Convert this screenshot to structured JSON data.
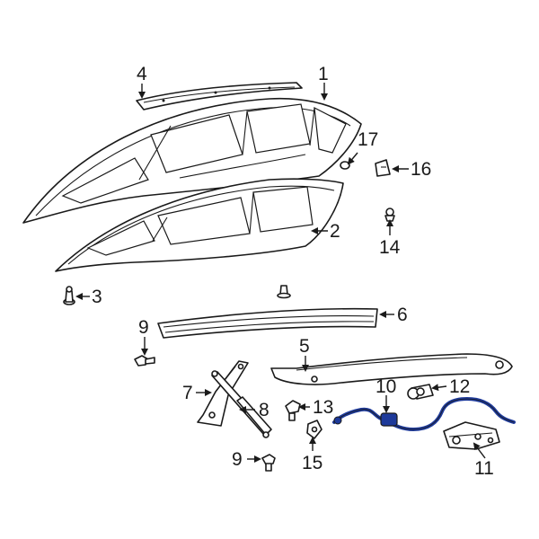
{
  "colors": {
    "line": "#1a1a1a",
    "highlight_cable": "#1e3a9a",
    "background": "#ffffff"
  },
  "callouts": [
    {
      "id": "1",
      "label": "1"
    },
    {
      "id": "2",
      "label": "2"
    },
    {
      "id": "3",
      "label": "3"
    },
    {
      "id": "4",
      "label": "4"
    },
    {
      "id": "5",
      "label": "5"
    },
    {
      "id": "6",
      "label": "6"
    },
    {
      "id": "7",
      "label": "7"
    },
    {
      "id": "8",
      "label": "8"
    },
    {
      "id": "9a",
      "label": "9"
    },
    {
      "id": "9b",
      "label": "9"
    },
    {
      "id": "10",
      "label": "10"
    },
    {
      "id": "11",
      "label": "11"
    },
    {
      "id": "12",
      "label": "12"
    },
    {
      "id": "13",
      "label": "13"
    },
    {
      "id": "14",
      "label": "14"
    },
    {
      "id": "15",
      "label": "15"
    },
    {
      "id": "16",
      "label": "16"
    },
    {
      "id": "17",
      "label": "17"
    }
  ]
}
